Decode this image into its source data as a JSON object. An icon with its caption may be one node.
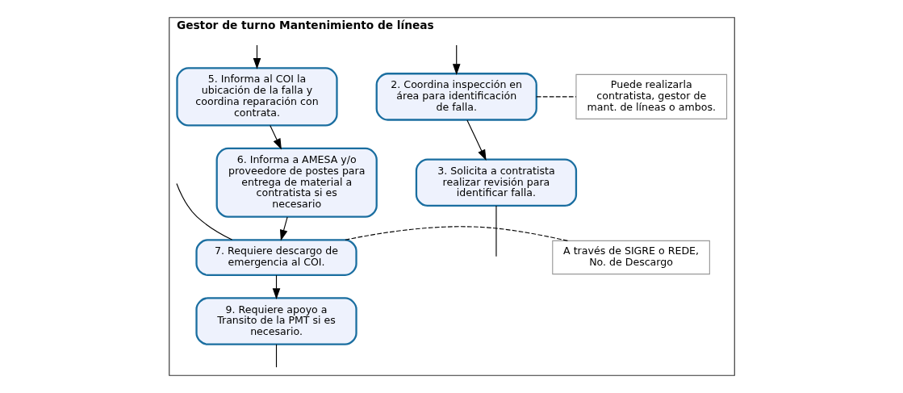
{
  "diagram": {
    "nodes": [
      {
        "text": [
          "Gestor de turno Mantenimiento de líneas"
        ]
      },
      {
        "text": [
          "2. Coordina inspección en área para identificación de falla."
        ],
        "in": 0
      },
      {
        "text": [
          "Puede realizarla contratista, gestor de mant. de líneas o ambos."
        ],
        "in": 0
      },
      {
        "text": [
          "3. Solicita a contratista realizar revisión para identificar falla."
        ],
        "in": 0
      },
      {
        "text": [
          "5. Informa al COI la ubicación de la falla y coordina reparación con contrata."
        ],
        "in": 0
      },
      {
        "text": [
          "6. Informa a AMESA y/o proveedore de postes para entrega de material a contratista si es necesario"
        ],
        "in": 0
      },
      {
        "text": [
          "7. Requiere descargo de emergencia al COI."
        ],
        "in": 0
      },
      {
        "text": [
          "9. Requiere apoyo a Transito de la PMT si es necesario."
        ],
        "in": 0
      },
      {
        "text": [
          "A través de SIGRE o REDE, No. de Descargo"
        ],
        "in": 0
      }
    ],
    "edges": [
      {
        "from": null,
        "to": 1,
        "arrow": "to"
      },
      {
        "from": 1,
        "to": 3,
        "arrow": "to"
      },
      {
        "from": 1,
        "to": 2,
        "arrow": "none",
        "style": "dashed"
      },
      {
        "from": 3,
        "to": null,
        "arrow": "none"
      },
      {
        "from": null,
        "to": 4,
        "arrow": "to"
      },
      {
        "from": 4,
        "to": 5,
        "arrow": "to"
      },
      {
        "from": 5,
        "to": 6,
        "arrow": "to"
      },
      {
        "from": 6,
        "to": 7,
        "arrow": "to"
      },
      {
        "from": 7,
        "to": null,
        "arrow": "none"
      },
      {
        "from": 6,
        "to": null,
        "arrow": "none"
      },
      {
        "from": 6,
        "to": 8,
        "arrow": "none",
        "style": "dashed"
      }
    ]
  }
}
